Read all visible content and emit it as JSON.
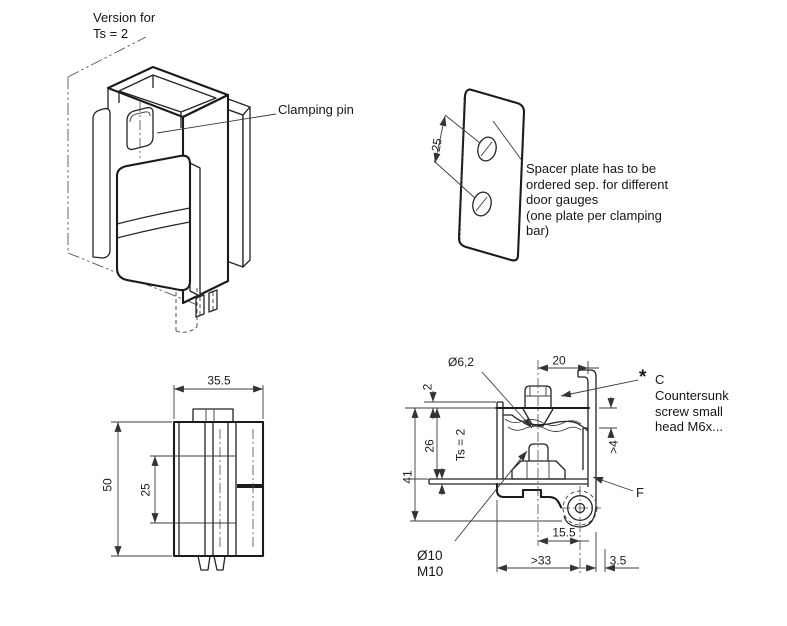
{
  "drawing": {
    "iso": {
      "version_label": "Version for\nTs = 2",
      "clamping_pin_label": "Clamping pin"
    },
    "spacer": {
      "hole_spacing": "25",
      "note": "Spacer plate has to be\nordered sep. for different\ndoor gauges\n(one plate per clamping\nbar)"
    },
    "front": {
      "width": "35.5",
      "height": "50",
      "hole_spacing": "25"
    },
    "section": {
      "countersink_dia": "Ø6,2",
      "top_offset": "20",
      "lip": "2",
      "depth": "26",
      "door_thickness": "Ts = 2",
      "height": "41",
      "min_edge": ">4",
      "pivot_offset": "15.5",
      "min_width": ">33",
      "gap": "3.5",
      "pin_label": "Ø10\nM10",
      "star": "*",
      "screw_ref": "C",
      "screw_note": "Countersunk\nscrew small\nhead M6x...",
      "f_label": "F"
    }
  }
}
